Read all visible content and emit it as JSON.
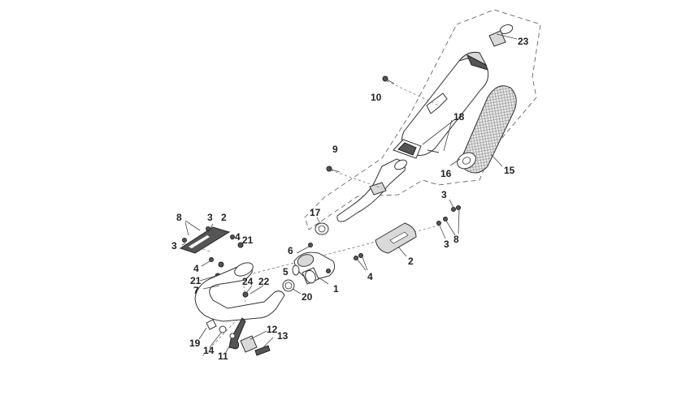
{
  "callouts": {
    "c23": "23",
    "c10": "10",
    "c18": "18",
    "c9": "9",
    "c16": "16",
    "c15": "15",
    "c17": "17",
    "c8a": "8",
    "c3a": "3",
    "c2a": "2",
    "c3b": "3",
    "c4a": "4",
    "c21a": "21",
    "c4b": "4",
    "c21b": "21",
    "c7": "7",
    "c24": "24",
    "c22": "22",
    "c6": "6",
    "c5": "5",
    "c1": "1",
    "c20": "20",
    "c3c": "3",
    "c3d": "3",
    "c8b": "8",
    "c2b": "2",
    "c4c": "4",
    "c19": "19",
    "c14": "14",
    "c11": "11",
    "c12": "12",
    "c13": "13"
  }
}
